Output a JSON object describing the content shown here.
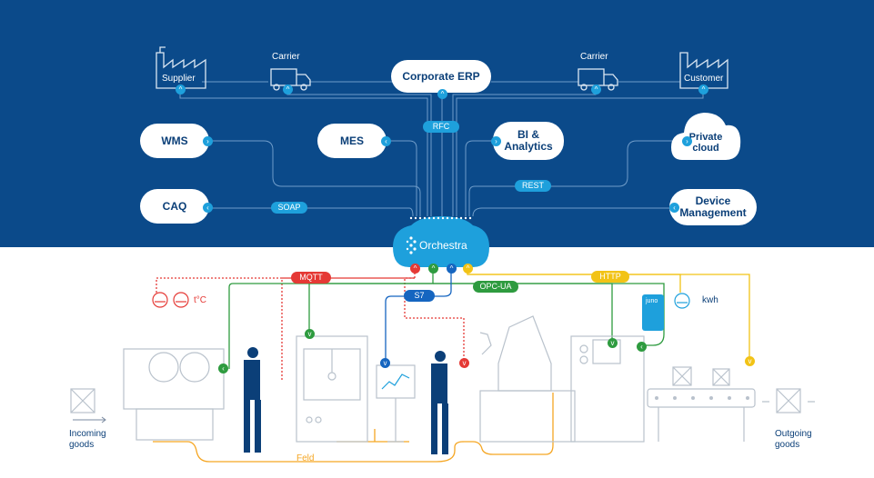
{
  "top": {
    "bg": "#0b4a8a",
    "accent": "#1ea0dc",
    "supplier": "Supplier",
    "carrier_left": "Carrier",
    "carrier_right": "Carrier",
    "customer": "Customer",
    "corporate_erp": "Corporate ERP",
    "wms": "WMS",
    "mes": "MES",
    "bi_line1": "BI &",
    "bi_line2": "Analytics",
    "cloud_line1": "Private",
    "cloud_line2": "cloud",
    "caq": "CAQ",
    "device_line1": "Device",
    "device_line2": "Management",
    "rfc": "RFC",
    "soap": "SOAP",
    "rest": "REST",
    "hub": "Orchestra"
  },
  "bottom": {
    "mqtt": "MQTT",
    "s7": "S7",
    "opcua": "OPC-UA",
    "http": "HTTP",
    "temp": "t°C",
    "kwh": "kwh",
    "juno": "juno",
    "incoming_line1": "Incoming",
    "incoming_line2": "goods",
    "outgoing_line1": "Outgoing",
    "outgoing_line2": "goods",
    "feld": "Feld"
  },
  "colors": {
    "mqtt": "#e53935",
    "s7": "#1565c0",
    "opcua": "#2e9b3f",
    "http": "#f2c316",
    "feld": "#f5a623",
    "line": "#9aa9b8",
    "navy": "#0b3f78"
  }
}
